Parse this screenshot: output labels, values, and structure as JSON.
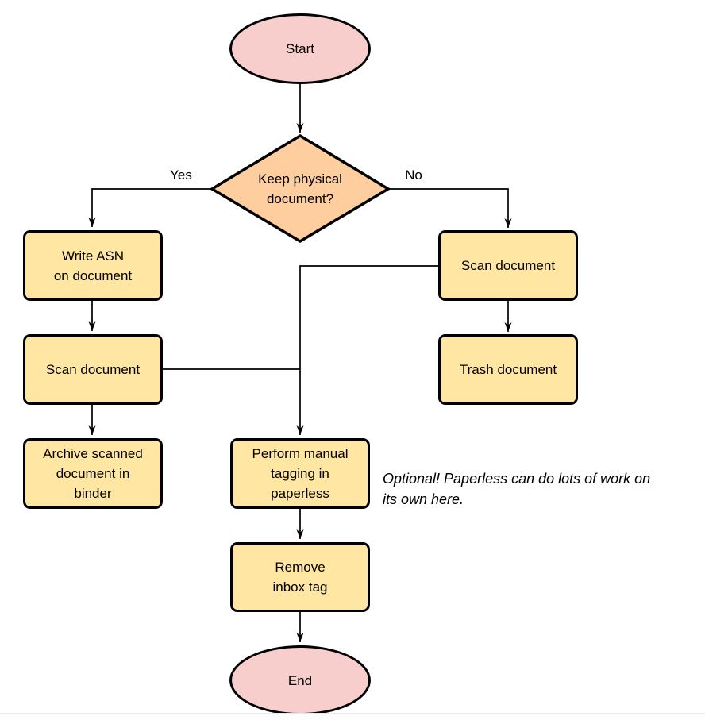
{
  "diagram": {
    "nodes": {
      "start": {
        "label": "Start"
      },
      "decision": {
        "label": "Keep physical\ndocument?"
      },
      "write_asn": {
        "label": "Write ASN\non document"
      },
      "scan_left": {
        "label": "Scan document"
      },
      "archive": {
        "label": "Archive scanned\ndocument in\nbinder"
      },
      "scan_right": {
        "label": "Scan document"
      },
      "trash": {
        "label": "Trash document"
      },
      "tagging": {
        "label": "Perform manual\ntagging in\npaperless"
      },
      "remove_tag": {
        "label": "Remove\ninbox tag"
      },
      "end": {
        "label": "End"
      }
    },
    "edge_labels": {
      "yes": "Yes",
      "no": "No"
    },
    "note": "Optional! Paperless can do lots of work on\nits own here.",
    "colors": {
      "terminal_fill": "#f8cecc",
      "decision_fill": "#ffce9f",
      "process_fill": "#ffe6a2",
      "stroke": "#000000"
    }
  }
}
